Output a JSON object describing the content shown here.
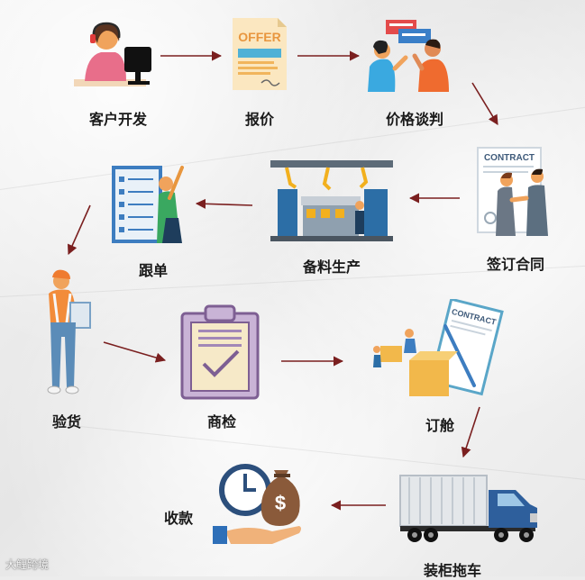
{
  "steps": {
    "customer_dev": "客户开发",
    "quotation": "报价",
    "price_negotiation": "价格谈判",
    "sign_contract": "签订合同",
    "production": "备料生产",
    "follow_up": "跟单",
    "inspection": "验货",
    "commodity_check": "商检",
    "booking": "订舱",
    "container_loading": "装柜拖车",
    "payment": "收款"
  },
  "illustrations": {
    "offer_text": "OFFER",
    "contract_text": "CONTRACT",
    "contract_text_2": "CONTRACT",
    "dollar_sign": "$"
  },
  "watermark": "大鲤跨境",
  "colors": {
    "arrow": "#7a1f1f",
    "text": "#1a1a1a",
    "background": "#ececec"
  }
}
